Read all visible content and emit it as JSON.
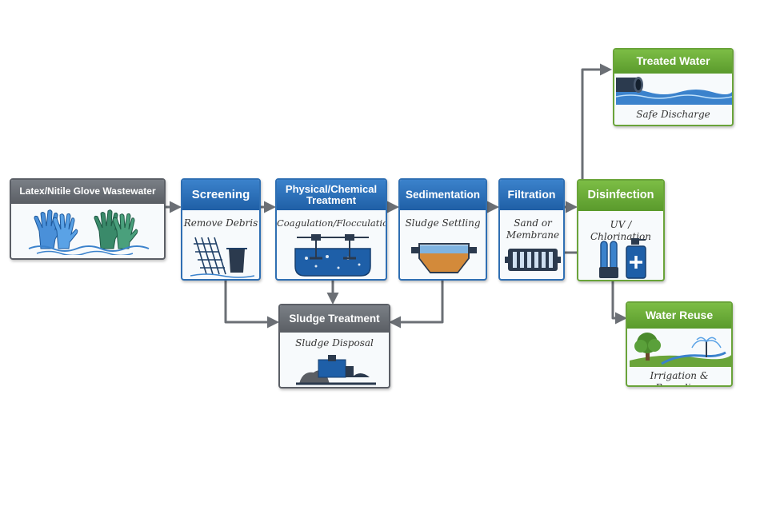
{
  "nodes": {
    "source": {
      "title": "Latex/Nitile Glove Wastewater",
      "icon": "gloves-icon"
    },
    "screening": {
      "title": "Screening",
      "subtitle": "Remove Debris",
      "icon": "bar-screen-icon"
    },
    "physchem": {
      "title": "Physical/Chemical Treatment",
      "subtitle": "Coagulation/Flocculation",
      "icon": "mixing-tank-icon"
    },
    "sedimentation": {
      "title": "Sedimentation",
      "subtitle": "Sludge Settling",
      "icon": "settling-tank-icon"
    },
    "filtration": {
      "title": "Filtration",
      "subtitle": "Sand or Membrane",
      "icon": "filter-icon"
    },
    "disinfection": {
      "title": "Disinfection",
      "subtitle": "UV / Chlorination",
      "icon": "uv-chlorine-icon"
    },
    "treated_water": {
      "title": "Treated Water",
      "subtitle": "Safe Discharge",
      "icon": "discharge-pipe-icon"
    },
    "water_reuse": {
      "title": "Water Reuse",
      "subtitle": "Irrigation & Recycling",
      "icon": "irrigation-icon"
    },
    "sludge": {
      "title": "Sludge Treatment",
      "subtitle": "Sludge Disposal",
      "icon": "sludge-plant-icon"
    }
  },
  "colors": {
    "process_blue": "#2f6fb3",
    "sludge_gray": "#5b5f66",
    "output_green": "#6aa43a",
    "arrow_gray": "#6b6f75"
  }
}
